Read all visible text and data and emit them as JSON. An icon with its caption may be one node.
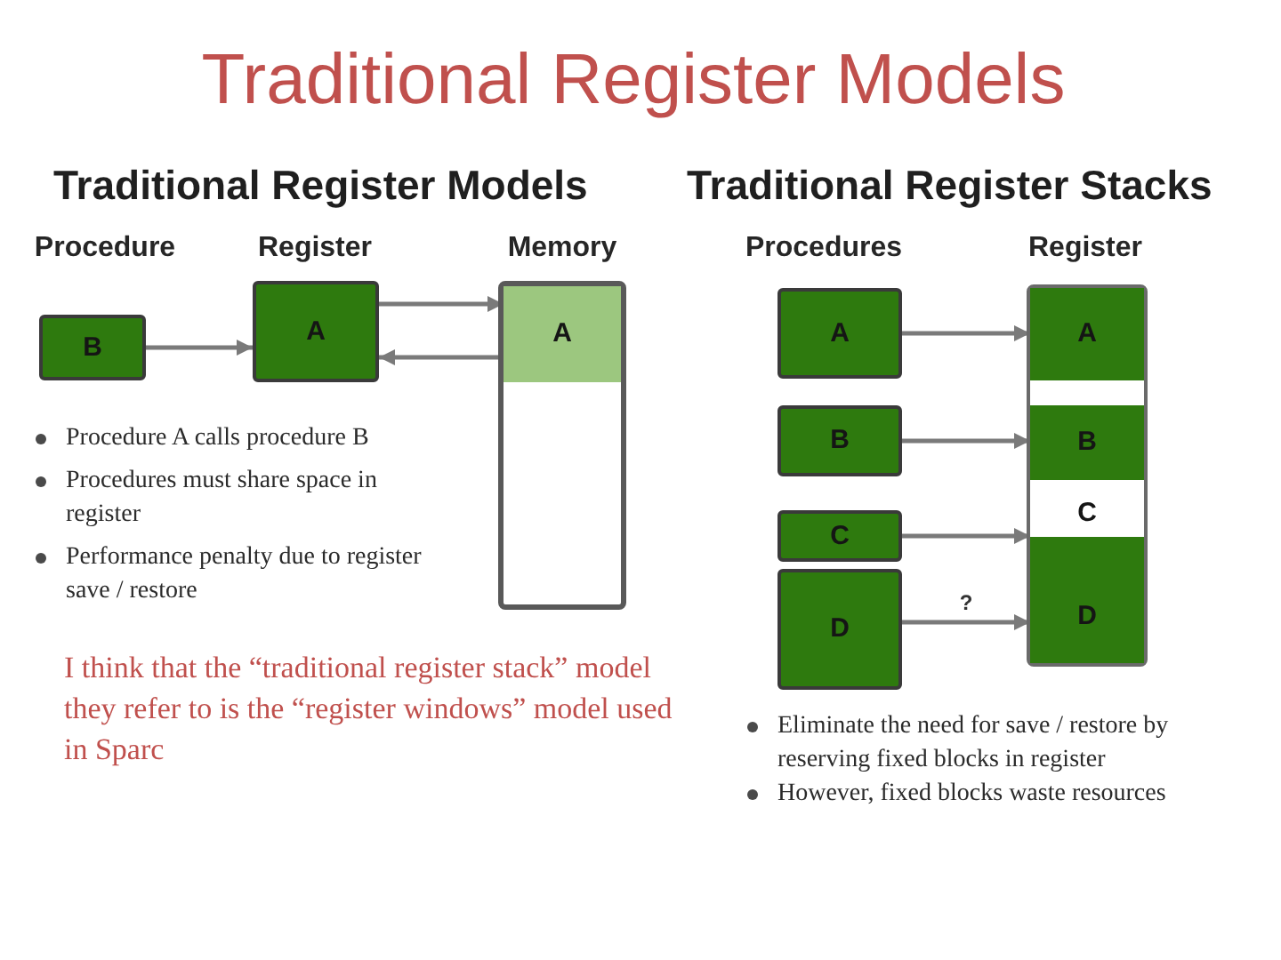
{
  "diagram": {
    "title": "Traditional Register Models",
    "nodes": [
      {
        "text": [
          "B"
        ]
      },
      {
        "text": [
          "A"
        ]
      },
      {
        "text": [],
        "shape": "box"
      },
      {
        "text": [
          "A"
        ],
        "in": 2
      },
      {
        "text": [
          "A"
        ]
      },
      {
        "text": [],
        "shape": "box"
      },
      {
        "text": [
          "A"
        ],
        "in": 5
      },
      {
        "text": [
          "B"
        ]
      },
      {
        "text": [
          "B"
        ],
        "in": 5
      },
      {
        "text": [
          "C"
        ]
      },
      {
        "text": [
          "C"
        ],
        "in": 5
      },
      {
        "text": [
          "D"
        ]
      },
      {
        "text": [
          "D"
        ],
        "in": 5
      }
    ],
    "edges": [
      {
        "from": 0,
        "to": 1,
        "arrow": "to"
      },
      {
        "from": 1,
        "to": 3,
        "arrow": "to"
      },
      {
        "from": 3,
        "to": 1,
        "arrow": "to"
      },
      {
        "from": 4,
        "to": 6,
        "arrow": "to"
      },
      {
        "from": 7,
        "to": 8,
        "arrow": "to"
      },
      {
        "from": 9,
        "to": 10,
        "arrow": "to"
      },
      {
        "from": 11,
        "to": 12,
        "arrow": "to",
        "label": "?"
      }
    ],
    "labels": [
      "Traditional Register Models",
      "Traditional Register Stacks",
      "Procedure",
      "Register",
      "Memory",
      "Procedures",
      "Register",
      "Procedure A calls procedure B",
      "Procedures must share space in register",
      "Performance penalty due to register save / restore",
      "I think that the “traditional register stack” model they refer to is the “register windows” model used in Sparc",
      "Eliminate the need for save / restore by reserving fixed blocks in register",
      "However, fixed blocks waste resources"
    ]
  }
}
